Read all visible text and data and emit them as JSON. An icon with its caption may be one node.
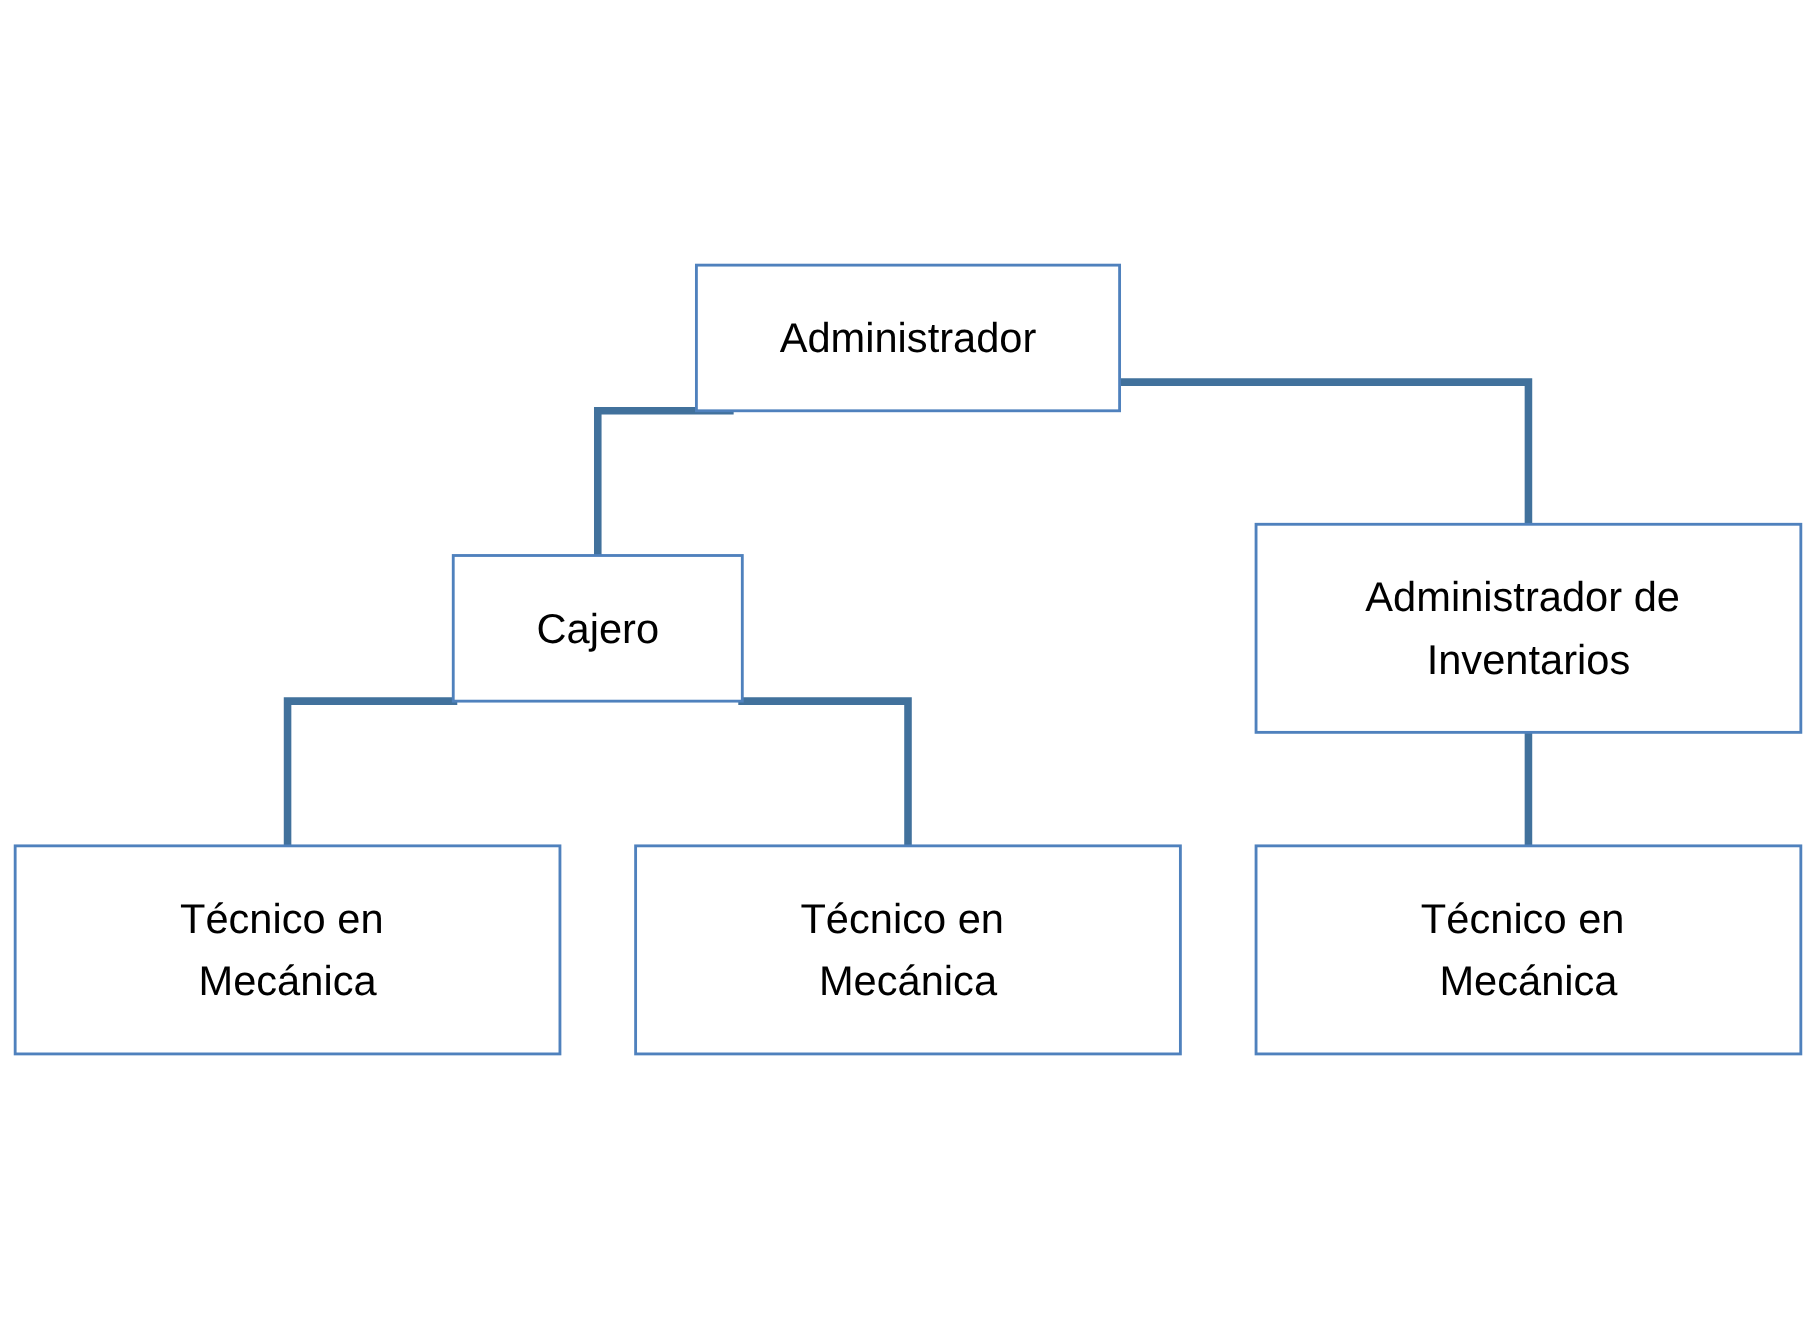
{
  "diagram": {
    "nodes": [
      {
        "text": [
          "Administrador"
        ]
      },
      {
        "text": [
          "Cajero"
        ]
      },
      {
        "text": [
          "Administrador de Inventarios"
        ]
      },
      {
        "text": [
          "Técnico en Mecánica"
        ]
      },
      {
        "text": [
          "Técnico en Mecánica"
        ]
      },
      {
        "text": [
          "Técnico en Mecánica"
        ]
      }
    ],
    "edges": [
      {
        "from": 0,
        "to": 1,
        "arrow": "none"
      },
      {
        "from": 0,
        "to": 2,
        "arrow": "none"
      },
      {
        "from": 1,
        "to": 3,
        "arrow": "none"
      },
      {
        "from": 1,
        "to": 4,
        "arrow": "none"
      },
      {
        "from": 2,
        "to": 5,
        "arrow": "none"
      }
    ]
  }
}
